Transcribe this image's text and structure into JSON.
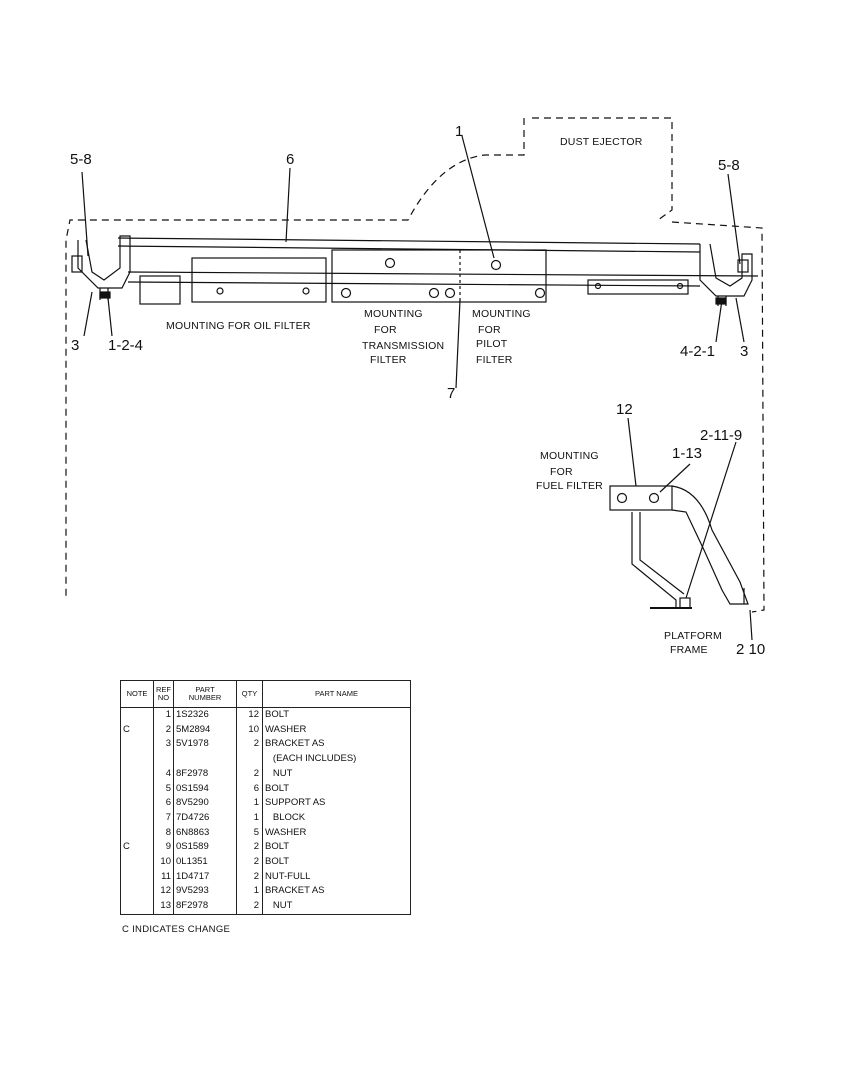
{
  "callouts": {
    "c58_left": "5-8",
    "c6": "6",
    "c1_top": "1",
    "c58_right": "5-8",
    "c3_left": "3",
    "c124": "1-2-4",
    "c421": "4-2-1",
    "c3_right": "3",
    "c7": "7",
    "c12": "12",
    "c2119": "2-11-9",
    "c113": "1-13",
    "c210": "2 10"
  },
  "labels": {
    "dust_ejector": "DUST EJECTOR",
    "oil_filter": "MOUNTING FOR OIL FILTER",
    "trans_1": "MOUNTING",
    "trans_2": "FOR",
    "trans_3": "TRANSMISSION",
    "trans_4": "FILTER",
    "pilot_1": "MOUNTING",
    "pilot_2": "FOR",
    "pilot_3": "PILOT",
    "pilot_4": "FILTER",
    "fuel_1": "MOUNTING",
    "fuel_2": "FOR",
    "fuel_3": "FUEL FILTER",
    "platform_1": "PLATFORM",
    "platform_2": "FRAME"
  },
  "parts_table": {
    "headers": {
      "note": "NOTE",
      "ref": "REF\nNO",
      "part_number": "PART\nNUMBER",
      "qty": "QTY",
      "part_name": "PART NAME"
    },
    "rows": [
      {
        "note": "",
        "ref": "1",
        "part": "1S2326",
        "qty": "12",
        "name": "BOLT"
      },
      {
        "note": "C",
        "ref": "2",
        "part": "5M2894",
        "qty": "10",
        "name": "WASHER"
      },
      {
        "note": "",
        "ref": "3",
        "part": "5V1978",
        "qty": "2",
        "name": "BRACKET AS"
      },
      {
        "note": "",
        "ref": "",
        "part": "",
        "qty": "",
        "name": "   (EACH INCLUDES)"
      },
      {
        "note": "",
        "ref": "4",
        "part": "8F2978",
        "qty": "2",
        "name": "   NUT"
      },
      {
        "note": "",
        "ref": "5",
        "part": "0S1594",
        "qty": "6",
        "name": "BOLT"
      },
      {
        "note": "",
        "ref": "6",
        "part": "8V5290",
        "qty": "1",
        "name": "SUPPORT AS"
      },
      {
        "note": "",
        "ref": "7",
        "part": "7D4726",
        "qty": "1",
        "name": "   BLOCK"
      },
      {
        "note": "",
        "ref": "8",
        "part": "6N8863",
        "qty": "5",
        "name": "WASHER"
      },
      {
        "note": "C",
        "ref": "9",
        "part": "0S1589",
        "qty": "2",
        "name": "BOLT"
      },
      {
        "note": "",
        "ref": "10",
        "part": "0L1351",
        "qty": "2",
        "name": "BOLT"
      },
      {
        "note": "",
        "ref": "11",
        "part": "1D4717",
        "qty": "2",
        "name": "NUT-FULL"
      },
      {
        "note": "",
        "ref": "12",
        "part": "9V5293",
        "qty": "1",
        "name": "BRACKET AS"
      },
      {
        "note": "",
        "ref": "13",
        "part": "8F2978",
        "qty": "2",
        "name": "   NUT"
      }
    ]
  },
  "footnote": "C INDICATES CHANGE"
}
